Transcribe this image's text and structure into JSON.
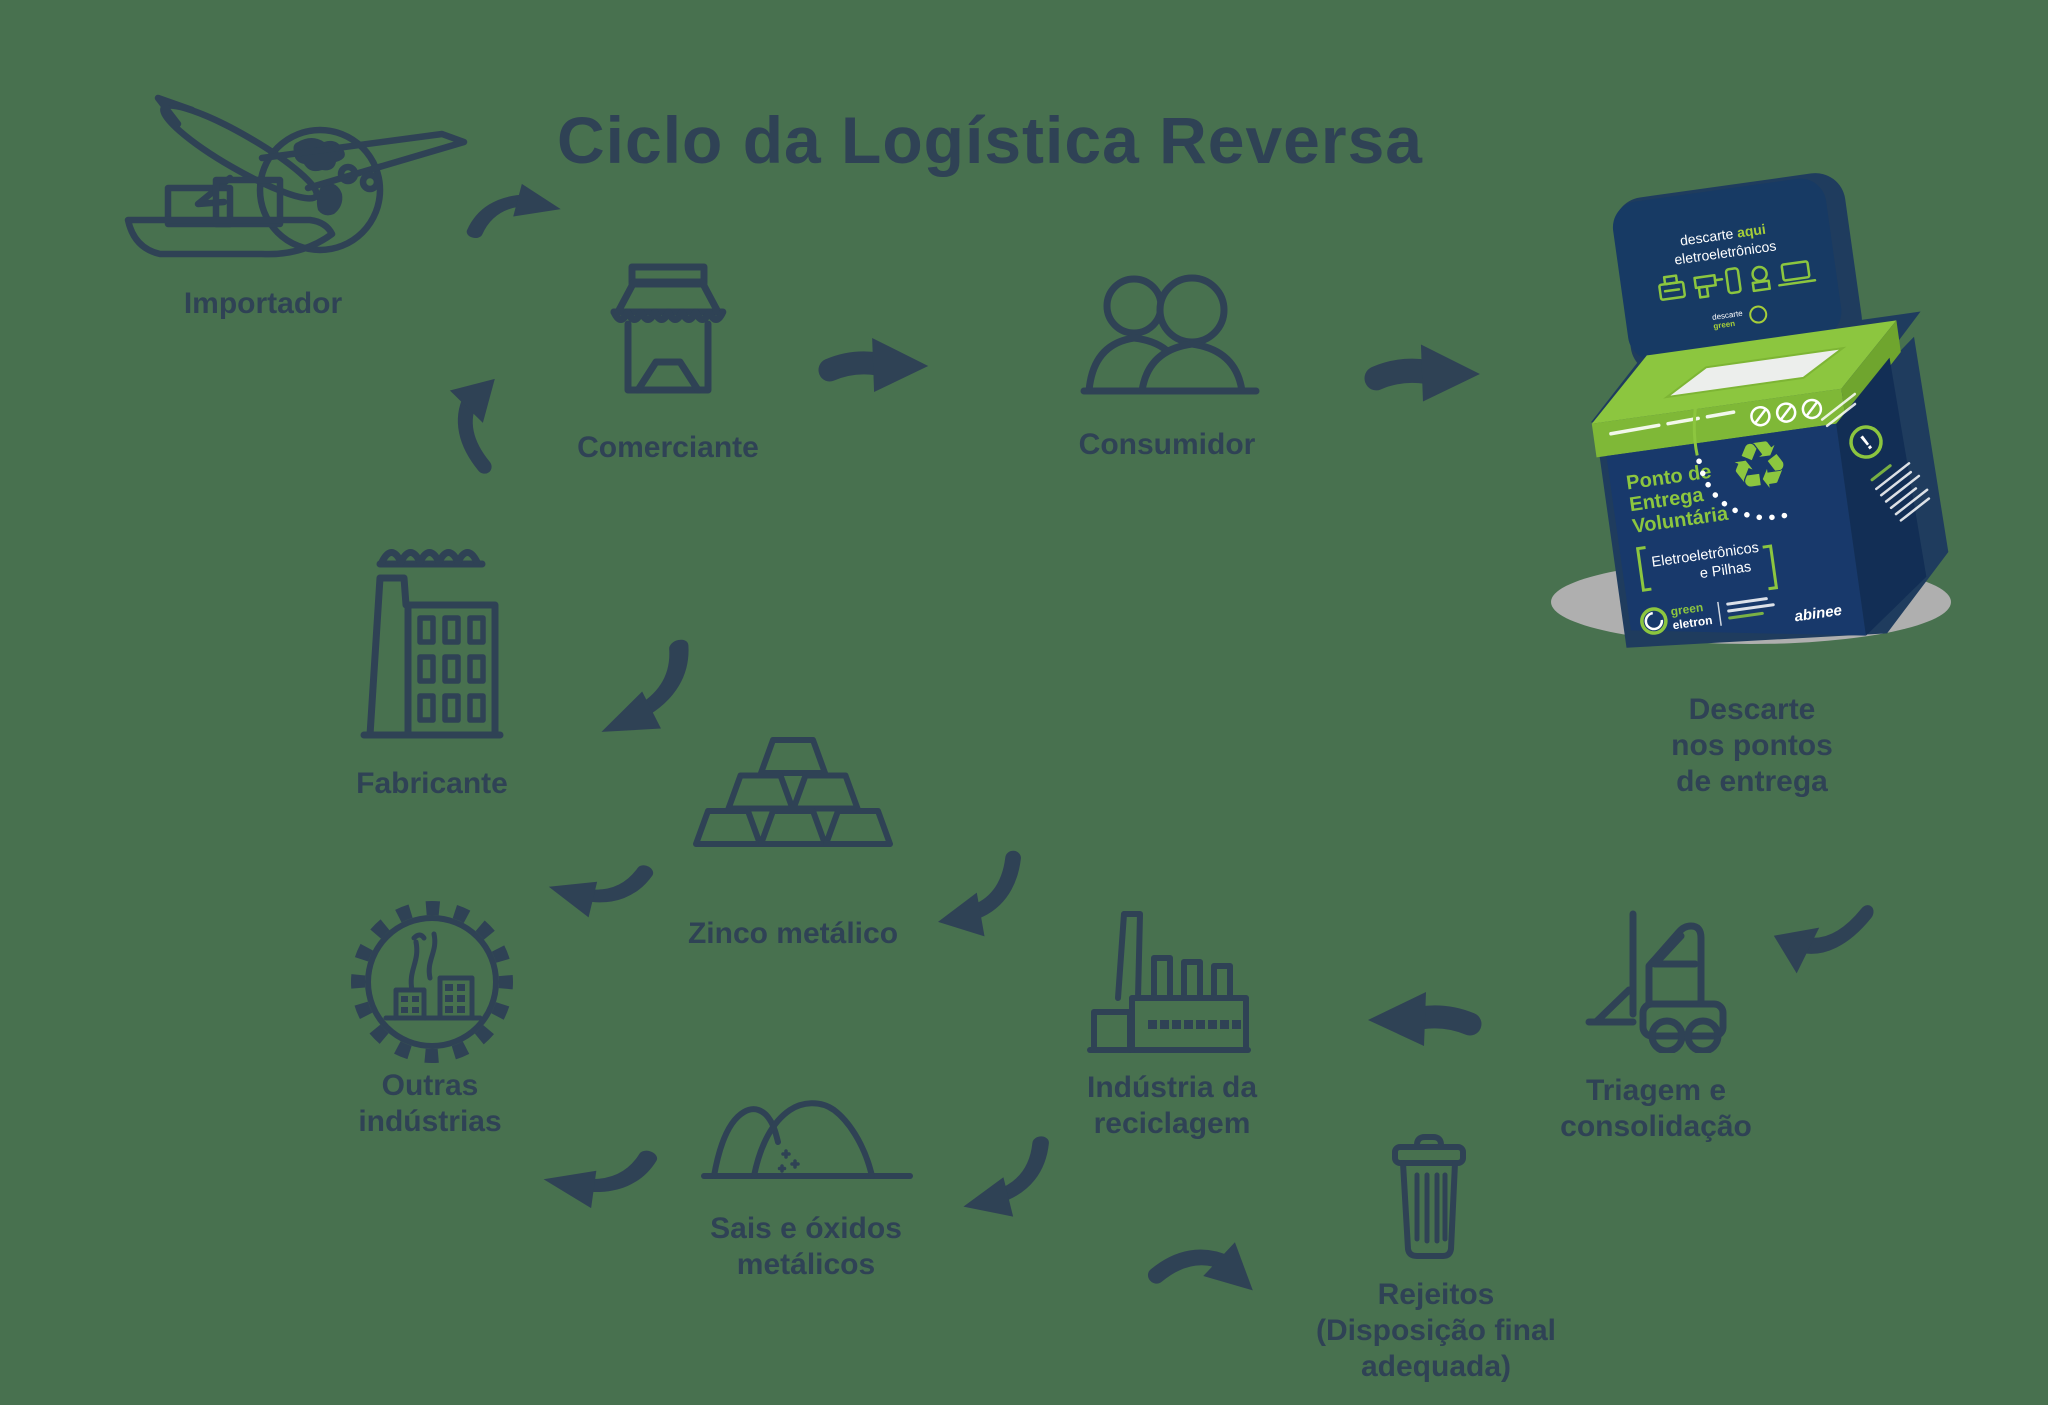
{
  "title": "Ciclo da Logística Reversa",
  "nodes": {
    "importador": {
      "label": "Importador"
    },
    "comerciante": {
      "label": "Comerciante"
    },
    "consumidor": {
      "label": "Consumidor"
    },
    "descarte_pontos": {
      "lines": [
        "Descarte",
        "nos pontos",
        "de entrega"
      ]
    },
    "triagem": {
      "lines": [
        "Triagem e",
        "consolidação"
      ]
    },
    "industria_reciclagem": {
      "lines": [
        "Indústria da",
        "reciclagem"
      ]
    },
    "rejeitos": {
      "lines": [
        "Rejeitos",
        "(Disposição final",
        "adequada)"
      ]
    },
    "sais_oxidos": {
      "lines": [
        "Sais e óxidos",
        "metálicos"
      ]
    },
    "zinco": {
      "label": "Zinco metálico"
    },
    "outras_industrias": {
      "lines": [
        "Outras",
        "indústrias"
      ]
    },
    "fabricante": {
      "label": "Fabricante"
    }
  },
  "collection_box": {
    "header": {
      "line1_normal": "descarte ",
      "line1_bold": "aqui",
      "line2": "eletroeletrônicos"
    },
    "mini_logo": {
      "word1": "descarte",
      "word2": "green"
    },
    "front": {
      "title_lines": [
        "Ponto de",
        "Entrega",
        "Voluntária"
      ],
      "recycle_symbol": "♻",
      "category_lines": [
        "Eletroeletrônicos",
        "e Pilhas"
      ],
      "brand_word1": "green",
      "brand_word2": "eletron",
      "partner_logo": "abinee"
    },
    "side": {
      "alert_symbol": "!"
    }
  },
  "colors": {
    "background": "#48714F",
    "ink": "#2F4255",
    "box_navy": "#18396B",
    "box_side_navy": "#122E55",
    "box_green": "#8CC63F",
    "ground_shadow": "#AFAFAF"
  }
}
